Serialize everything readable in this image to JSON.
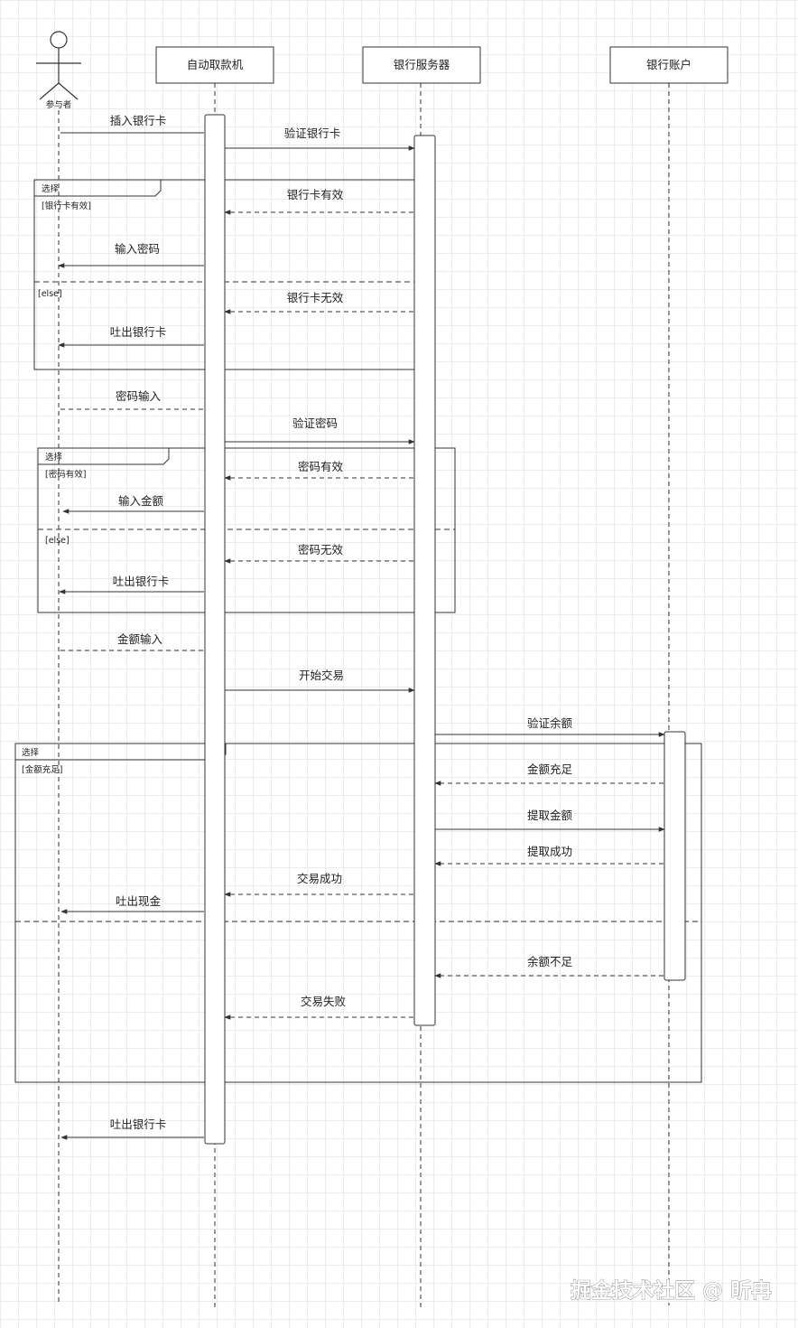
{
  "actor": {
    "label": "参与者"
  },
  "participants": [
    {
      "id": "atm",
      "label": "自动取款机"
    },
    {
      "id": "server",
      "label": "银行服务器"
    },
    {
      "id": "account",
      "label": "银行账户"
    }
  ],
  "messages": [
    {
      "text": "插入银行卡",
      "from": "actor",
      "to": "atm",
      "style": "solid"
    },
    {
      "text": "验证银行卡",
      "from": "atm",
      "to": "server",
      "style": "solid"
    },
    {
      "text": "银行卡有效",
      "from": "server",
      "to": "atm",
      "style": "dashed"
    },
    {
      "text": "输入密码",
      "from": "atm",
      "to": "actor",
      "style": "solid"
    },
    {
      "text": "银行卡无效",
      "from": "server",
      "to": "atm",
      "style": "dashed"
    },
    {
      "text": "吐出银行卡",
      "from": "atm",
      "to": "actor",
      "style": "solid"
    },
    {
      "text": "密码输入",
      "from": "actor",
      "to": "atm",
      "style": "dashed"
    },
    {
      "text": "验证密码",
      "from": "atm",
      "to": "server",
      "style": "solid"
    },
    {
      "text": "密码有效",
      "from": "server",
      "to": "atm",
      "style": "dashed"
    },
    {
      "text": "输入金额",
      "from": "atm",
      "to": "actor",
      "style": "solid"
    },
    {
      "text": "密码无效",
      "from": "server",
      "to": "atm",
      "style": "dashed"
    },
    {
      "text": "吐出银行卡",
      "from": "atm",
      "to": "actor",
      "style": "solid"
    },
    {
      "text": "金额输入",
      "from": "actor",
      "to": "atm",
      "style": "dashed"
    },
    {
      "text": "开始交易",
      "from": "atm",
      "to": "server",
      "style": "solid"
    },
    {
      "text": "验证余额",
      "from": "server",
      "to": "account",
      "style": "solid"
    },
    {
      "text": "金额充足",
      "from": "account",
      "to": "server",
      "style": "dashed"
    },
    {
      "text": "提取金额",
      "from": "server",
      "to": "account",
      "style": "solid"
    },
    {
      "text": "提取成功",
      "from": "account",
      "to": "server",
      "style": "dashed"
    },
    {
      "text": "交易成功",
      "from": "server",
      "to": "atm",
      "style": "dashed"
    },
    {
      "text": "吐出现金",
      "from": "atm",
      "to": "actor",
      "style": "solid"
    },
    {
      "text": "余额不足",
      "from": "account",
      "to": "server",
      "style": "dashed"
    },
    {
      "text": "交易失败",
      "from": "server",
      "to": "atm",
      "style": "dashed"
    },
    {
      "text": "吐出银行卡",
      "from": "atm",
      "to": "actor",
      "style": "solid"
    }
  ],
  "fragments": [
    {
      "operator": "选择",
      "guard": "[银行卡有效]",
      "else_guard": "[else]"
    },
    {
      "operator": "选择",
      "guard": "[密码有效]",
      "else_guard": "[else]"
    },
    {
      "operator": "选择",
      "guard": "[金额充足]",
      "else_guard": ""
    }
  ],
  "watermark": "掘金技术社区 @ 昕冉",
  "colors": {
    "line": "#333333",
    "grid": "#ececec",
    "background": "#ffffff"
  }
}
